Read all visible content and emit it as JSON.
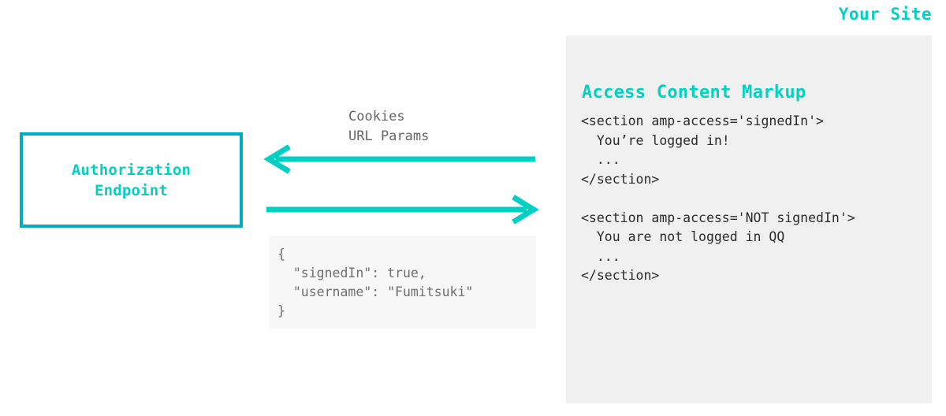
{
  "diagram": {
    "site_label": "Your Site",
    "accent_teal": "#00d1c1",
    "box_border_teal": "#00adc0",
    "panel_bg": "#f0f0f0",
    "code_block_bg": "#f7f7f7",
    "code_text_color": "#2b2b2b",
    "muted_text_color": "#666666"
  },
  "endpoint": {
    "label": "Authorization\nEndpoint"
  },
  "flow": {
    "request_label": "Cookies\nURL Params",
    "arrow_to_endpoint": "arrow-left",
    "arrow_to_site": "arrow-right"
  },
  "response": {
    "json": "{\n  \"signedIn\": true,\n  \"username\": \"Fumitsuki\"\n}"
  },
  "site_panel": {
    "heading": "Access Content Markup",
    "markup": "<section amp-access='signedIn'>\n  You’re logged in!\n  ...\n</section>\n\n<section amp-access='NOT signedIn'>\n  You are not logged in QQ\n  ...\n</section>"
  }
}
